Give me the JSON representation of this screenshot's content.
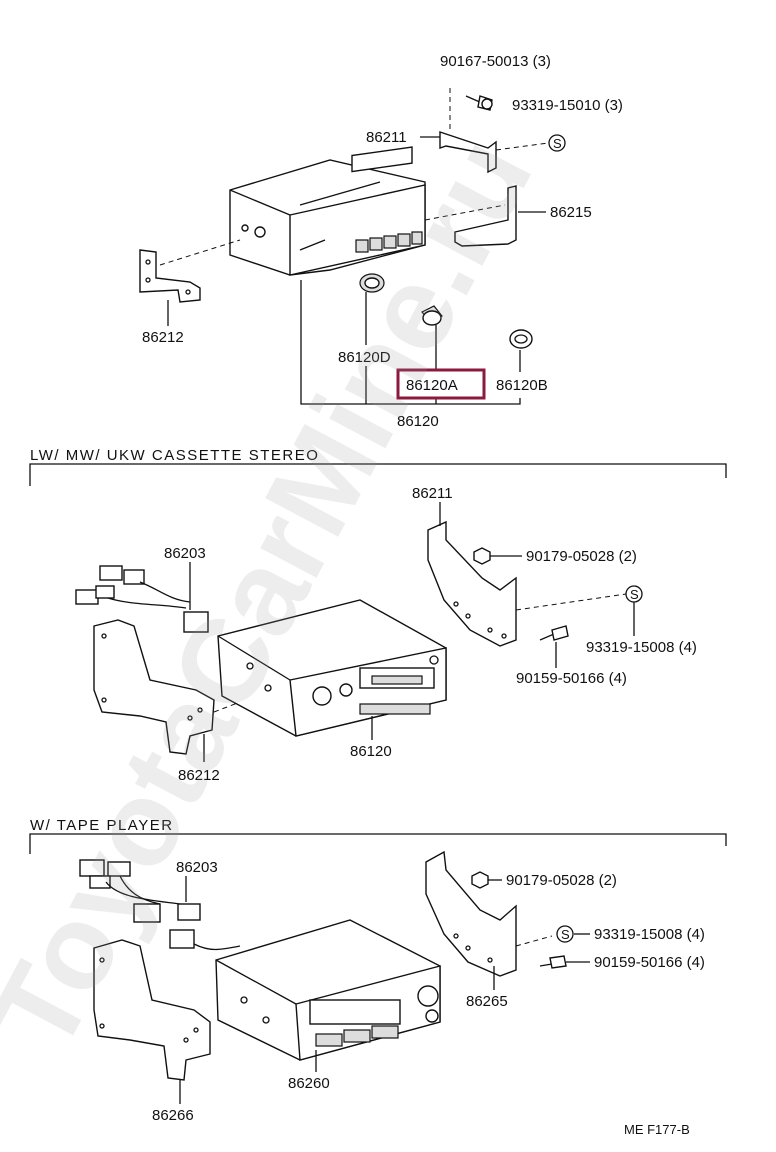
{
  "watermark": "ToyotaCarMine.ru",
  "highlight_color": "#8b1a3e",
  "top_section": {
    "labels": {
      "p90167": "90167-50013 (3)",
      "p93319_15010": "93319-15010 (3)",
      "p86211": "86211",
      "pS": "S",
      "p86215": "86215",
      "p86212": "86212",
      "p86120D": "86120D",
      "p86120A": "86120A",
      "p86120B": "86120B",
      "p86120": "86120"
    }
  },
  "middle_section": {
    "title": "LW/ MW/ UKW CASSETTE STEREO",
    "labels": {
      "p86211": "86211",
      "p86203": "86203",
      "p90179": "90179-05028 (2)",
      "pS": "S",
      "p93319_15008": "93319-15008 (4)",
      "p90159": "90159-50166 (4)",
      "p86212": "86212",
      "p86120": "86120"
    }
  },
  "bottom_section": {
    "title": "W/ TAPE PLAYER",
    "labels": {
      "p86203": "86203",
      "p90179": "90179-05028 (2)",
      "pS": "S",
      "p93319_15008": "93319-15008 (4)",
      "p90159": "90159-50166 (4)",
      "p86265": "86265",
      "p86260": "86260",
      "p86266": "86266"
    }
  },
  "footer_code": "ME  F177-B"
}
